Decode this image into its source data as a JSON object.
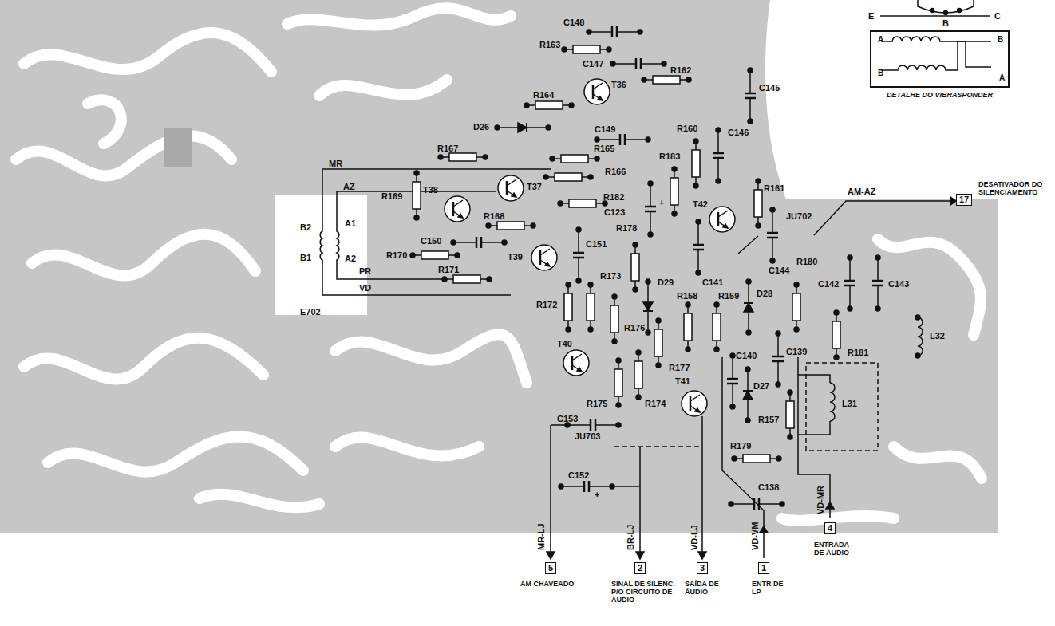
{
  "diagram": {
    "nodes": [
      {
        "text": [
          "A",
          "B",
          "B",
          "A",
          "DETALHE DO VIBRASPONDER"
        ]
      },
      {
        "text": [
          "17"
        ]
      },
      {
        "text": [
          "5"
        ]
      },
      {
        "text": [
          "2"
        ]
      },
      {
        "text": [
          "3"
        ]
      },
      {
        "text": [
          "1"
        ]
      },
      {
        "text": [
          "4"
        ]
      }
    ],
    "labels": [
      "E",
      "B",
      "C",
      "C148",
      "R163",
      "C147",
      "R162",
      "T36",
      "C145",
      "R164",
      "D26",
      "C149",
      "R160",
      "C146",
      "R167",
      "R165",
      "R183",
      "MR",
      "DESATIVADOR DO SILENCIAMENTO",
      "R166",
      "AZ",
      "R161",
      "AM-AZ",
      "T37",
      "R169",
      "T38",
      "R182",
      "T42",
      "C123",
      "+",
      "JU702",
      "R168",
      "A1",
      "B2",
      "R178",
      "C150",
      "R170",
      "C151",
      "T39",
      "B1",
      "A2",
      "C144",
      "R180",
      "PR",
      "R171",
      "R173",
      "C141",
      "D29",
      "R158",
      "C142",
      "C143",
      "VD",
      "D28",
      "R159",
      "R172",
      "E702",
      "L32",
      "R176",
      "C139",
      "T40",
      "R181",
      "C140",
      "R177",
      "T41",
      "D27",
      "R174",
      "R175",
      "R157",
      "L31",
      "C153",
      "JU703",
      "R179",
      "C152",
      "+",
      "C138",
      "MR-LJ",
      "BR-LJ",
      "VD-LJ",
      "VD-VM",
      "VD-MR",
      "AM CHAVEADO",
      "SINAL DE SILENC. P/O CIRCUITO DE ÁUDIO",
      "SAÍDA DE ÁUDIO",
      "ENTR DE LP",
      "ENTRADA DE ÁUDIO"
    ]
  }
}
